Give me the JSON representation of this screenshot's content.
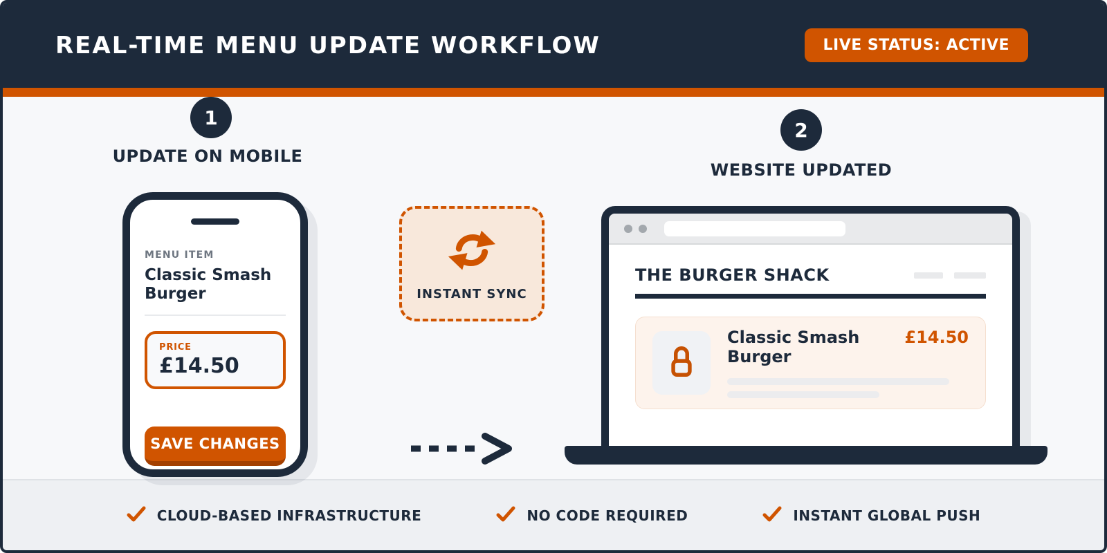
{
  "header": {
    "title": "REAL-TIME MENU UPDATE WORKFLOW",
    "status_badge": "LIVE STATUS: ACTIVE"
  },
  "colors": {
    "navy": "#1d2a3b",
    "orange": "#d05400",
    "orange_dark": "#a33f00",
    "peach_bg": "#f8e8db",
    "card_bg": "#fdf3ec",
    "page_bg": "#f7f8fa",
    "footer_bg": "#eef0f3"
  },
  "step1": {
    "number": "1",
    "title": "UPDATE ON MOBILE",
    "phone": {
      "menu_item_label": "MENU ITEM",
      "item_name": "Classic Smash Burger",
      "price_label": "PRICE",
      "price_value": "£14.50",
      "save_button_label": "SAVE CHANGES"
    }
  },
  "sync": {
    "label": "INSTANT SYNC",
    "icon": "sync-icon"
  },
  "step2": {
    "number": "2",
    "title": "WEBSITE UPDATED",
    "browser": {
      "site_name": "THE BURGER SHACK",
      "product_name": "Classic Smash Burger",
      "product_price": "£14.50",
      "icon": "lock-icon"
    }
  },
  "footer": {
    "items": [
      {
        "label": "CLOUD-BASED INFRASTRUCTURE"
      },
      {
        "label": "NO CODE REQUIRED"
      },
      {
        "label": "INSTANT GLOBAL PUSH"
      }
    ]
  }
}
